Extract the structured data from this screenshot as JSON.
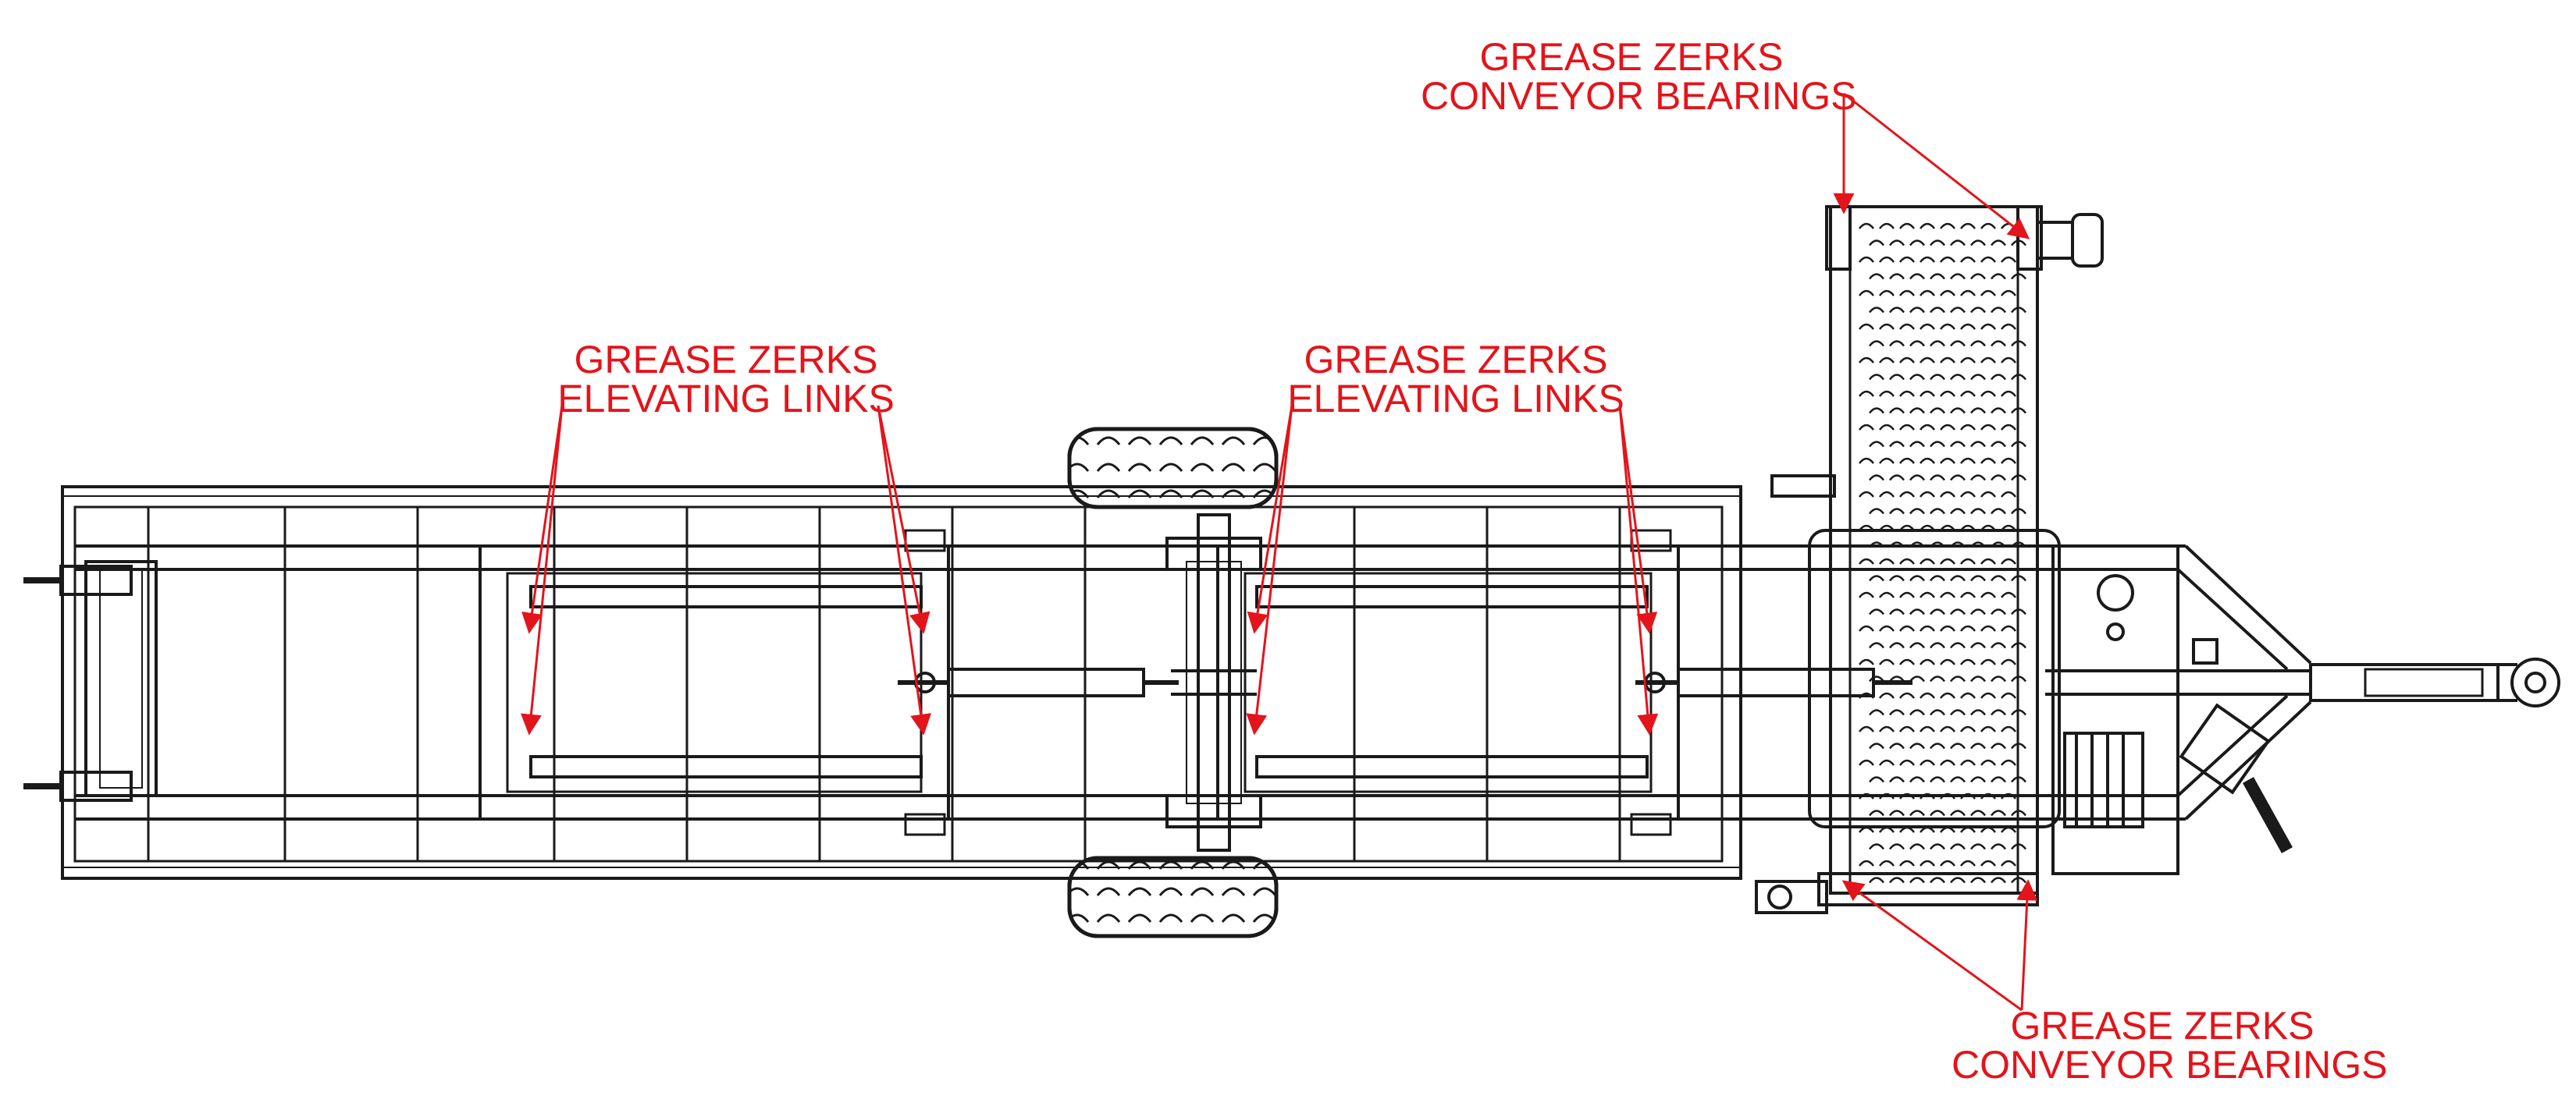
{
  "colors": {
    "line": "#1a1a1a",
    "callout": "#e3141b",
    "background": "#ffffff"
  },
  "callouts": {
    "conveyor_top": {
      "line1": "GREASE ZERKS",
      "line2": "CONVEYOR BEARINGS"
    },
    "links_left": {
      "line1": "GREASE ZERKS",
      "line2": "ELEVATING LINKS"
    },
    "links_right": {
      "line1": "GREASE ZERKS",
      "line2": "ELEVATING LINKS"
    },
    "conveyor_bottom": {
      "line1": "GREASE ZERKS",
      "line2": "CONVEYOR BEARINGS"
    }
  }
}
